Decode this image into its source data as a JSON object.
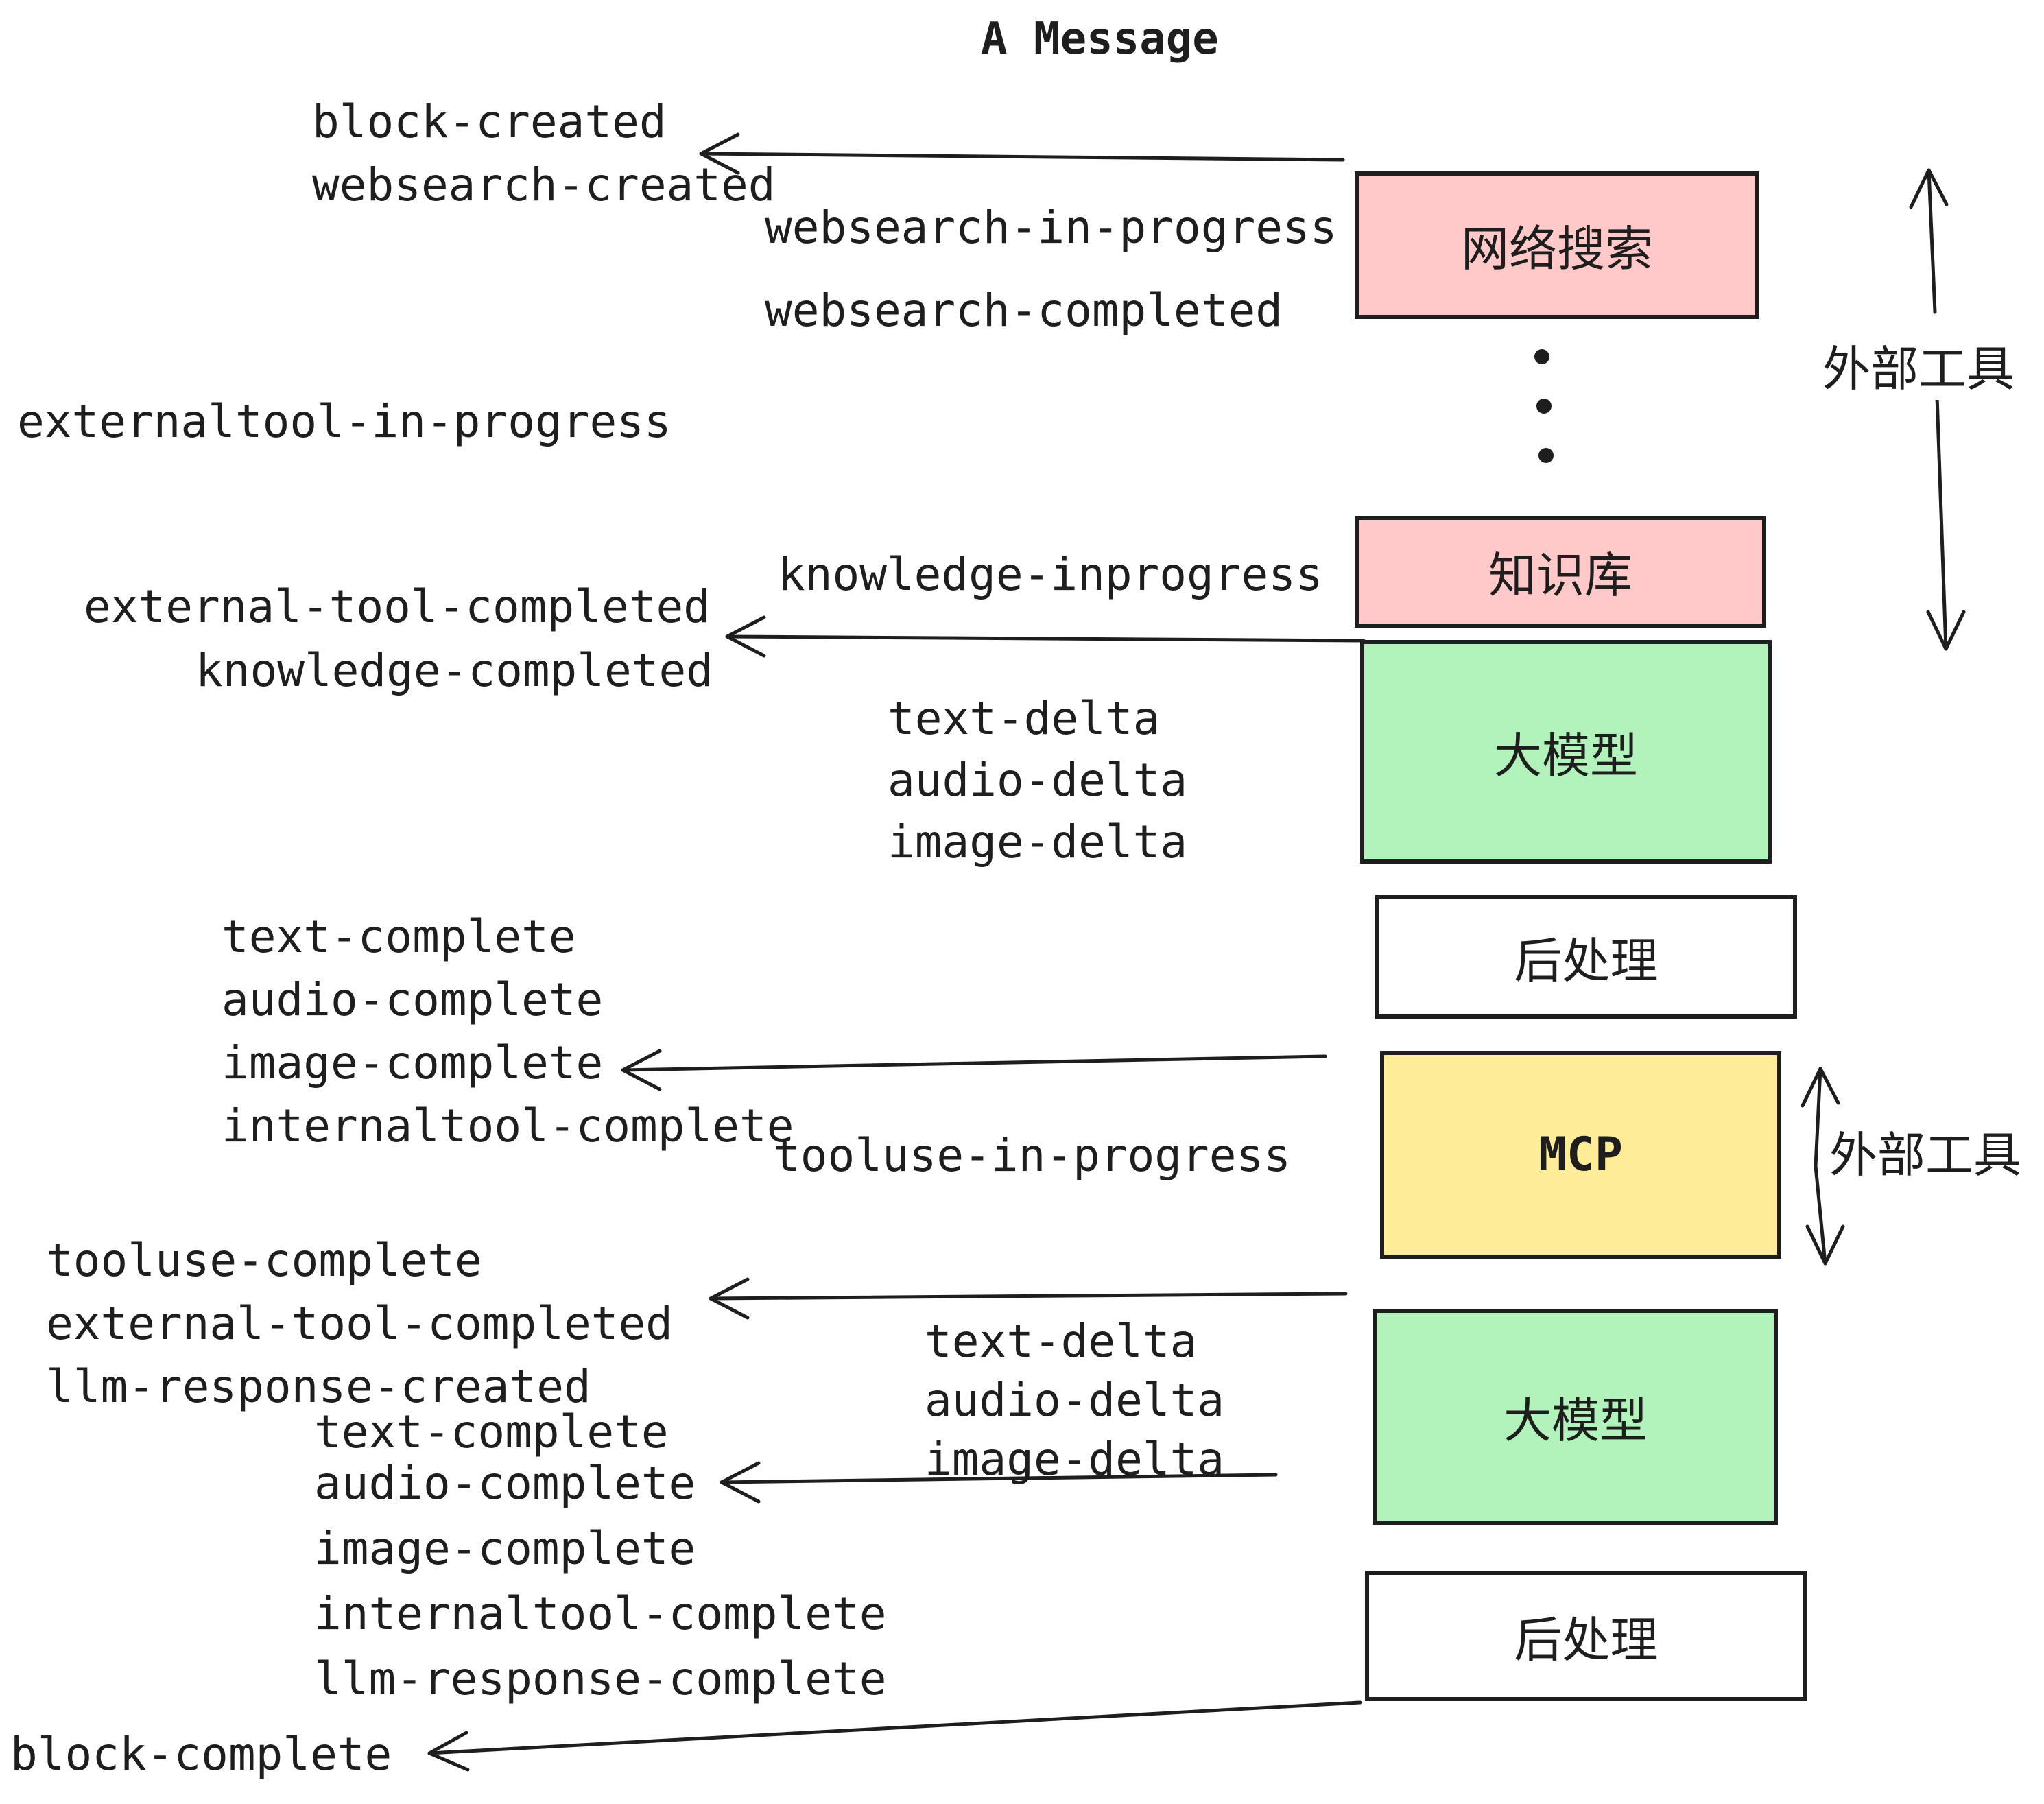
{
  "title": "A Message",
  "colors": {
    "ink": "#1e1e1e",
    "background": "#ffffff",
    "box_pink": "#ffc9c9",
    "box_green": "#b2f2bb",
    "box_yellow": "#ffec99",
    "box_white": "#ffffff"
  },
  "boxes": [
    {
      "id": "websearch",
      "label": "网络搜索",
      "color": "pink"
    },
    {
      "id": "knowledge",
      "label": "知识库",
      "color": "pink"
    },
    {
      "id": "llm-1",
      "label": "大模型",
      "color": "green"
    },
    {
      "id": "post-1",
      "label": "后处理",
      "color": "white"
    },
    {
      "id": "mcp",
      "label": "MCP",
      "color": "yellow"
    },
    {
      "id": "llm-2",
      "label": "大模型",
      "color": "green"
    },
    {
      "id": "post-2",
      "label": "后处理",
      "color": "white"
    }
  ],
  "side_labels": [
    {
      "text": "外部工具"
    },
    {
      "text": "外部工具"
    }
  ],
  "events": [
    {
      "text": "block-created"
    },
    {
      "text": "websearch-created"
    },
    {
      "text": "websearch-in-progress"
    },
    {
      "text": "websearch-completed"
    },
    {
      "text": "externaltool-in-progress"
    },
    {
      "text": "knowledge-inprogress"
    },
    {
      "text": "external-tool-completed"
    },
    {
      "text": "knowledge-completed"
    },
    {
      "text": "text-delta"
    },
    {
      "text": "audio-delta"
    },
    {
      "text": "image-delta"
    },
    {
      "text": "text-complete"
    },
    {
      "text": "audio-complete"
    },
    {
      "text": "image-complete"
    },
    {
      "text": "internaltool-complete"
    },
    {
      "text": "tooluse-in-progress"
    },
    {
      "text": "tooluse-complete"
    },
    {
      "text": "external-tool-completed"
    },
    {
      "text": "llm-response-created"
    },
    {
      "text": "text-delta"
    },
    {
      "text": "audio-delta"
    },
    {
      "text": "image-delta"
    },
    {
      "text": "text-complete"
    },
    {
      "text": "audio-complete"
    },
    {
      "text": "image-complete"
    },
    {
      "text": "internaltool-complete"
    },
    {
      "text": "llm-response-complete"
    },
    {
      "text": "block-complete"
    }
  ]
}
